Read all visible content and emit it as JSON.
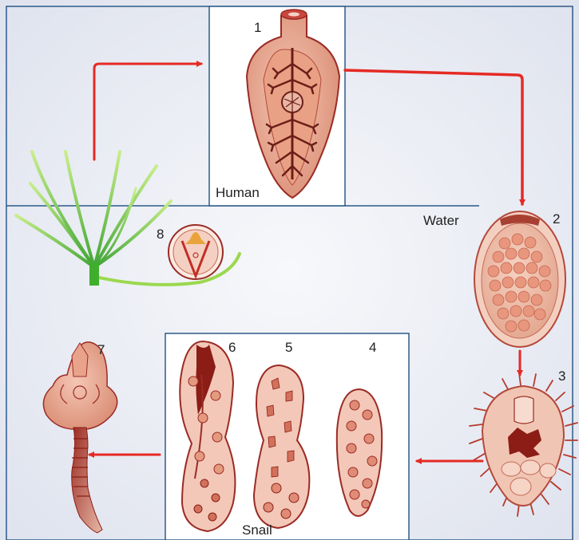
{
  "labels": {
    "stage1": "1",
    "stage2": "2",
    "stage3": "3",
    "stage4": "4",
    "stage5": "5",
    "stage6": "6",
    "stage7": "7",
    "stage8": "8",
    "human": "Human",
    "water": "Water",
    "snail": "Snail"
  },
  "colors": {
    "arrow": "#e52a24",
    "panel_border": "#2d5a88",
    "bg_tint": "#e9ecf4",
    "organism_fill": "#e9a38a",
    "organism_stroke": "#9a2b25",
    "plant": "#7dc83a"
  }
}
